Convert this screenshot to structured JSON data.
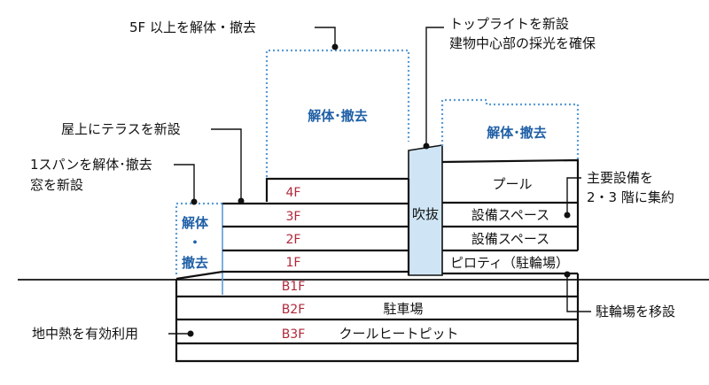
{
  "colors": {
    "demolition_text": "#1f5fa6",
    "floor_label": "#b0283a",
    "dotted_outline": "#5b9bd5",
    "atrium_fill": "#cfe5f5",
    "line": "#111111"
  },
  "callouts": {
    "demolish_5f": "5F 以上を解体・撤去",
    "skylight_1": "トップライトを新設",
    "skylight_2": "建物中心部の採光を確保",
    "roof_terrace": "屋上にテラスを新設",
    "span_demolish_1": "1スパンを解体･撤去",
    "span_demolish_2": "窓を新設",
    "equipment_1": "主要設備を",
    "equipment_2": "2・3 階に集約",
    "bicycle_move": "駐輪場を移設",
    "geothermal": "地中熱を有効利用"
  },
  "demolition": {
    "main": "解体･撤去",
    "right": "解体･撤去",
    "left_1": "解体",
    "left_2": "・",
    "left_3": "撤去"
  },
  "floors": {
    "f4": "4F",
    "f3": "3F",
    "f2": "2F",
    "f1": "1F",
    "b1": "B1F",
    "b2": "B2F",
    "b3": "B3F"
  },
  "rooms": {
    "atrium": "吹抜",
    "pool": "プール",
    "equipment_3f": "設備スペース",
    "equipment_2f": "設備スペース",
    "piloti": "ピロティ（駐輪場）",
    "parking": "駐車場",
    "cool_heat_pit": "クールヒートピット"
  }
}
